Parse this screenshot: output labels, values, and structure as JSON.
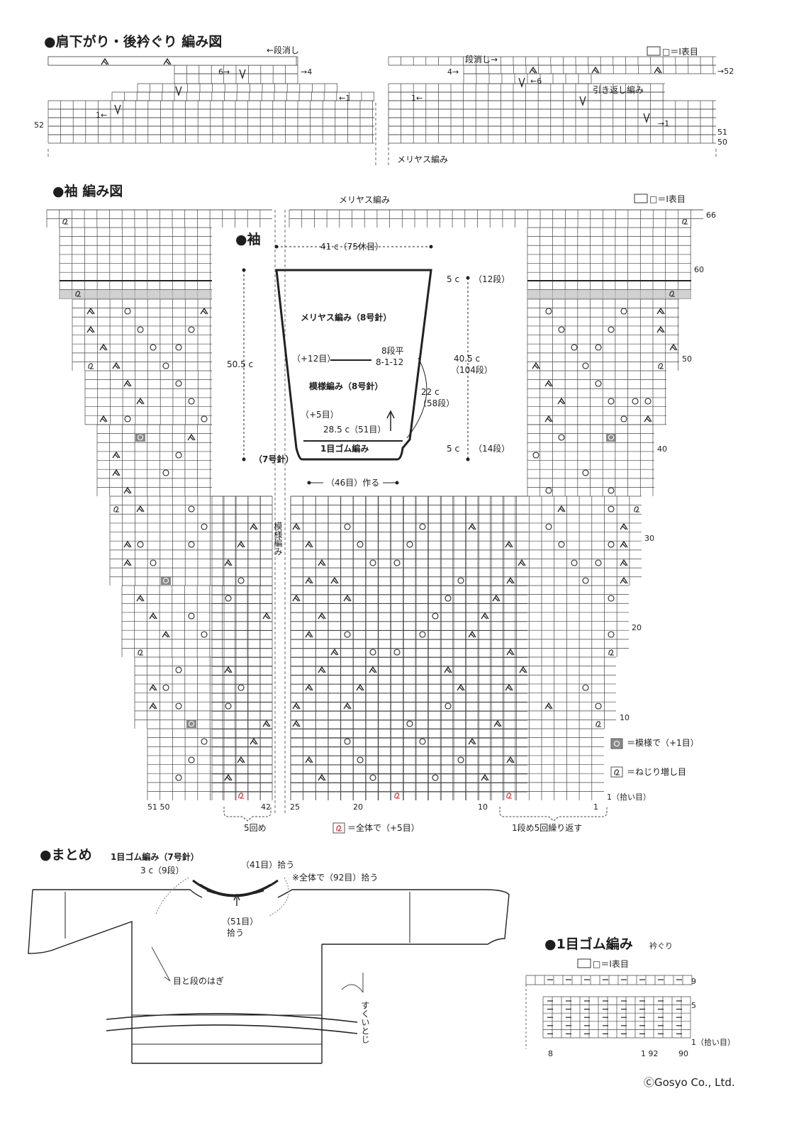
{
  "shoulder": {
    "title": "●肩下がり・後衿ぐり 編み図",
    "legend": "□＝Ⅰ表目",
    "dankeshi_left": "←段消し",
    "dankeshi_right": "段消し→",
    "arrow_6_left": "6→",
    "arrow_4_left": "→4",
    "arrow_1_left_upper": "←1",
    "arrow_1_left_lower": "1←",
    "arrow_4_right": "4→",
    "arrow_6_right": "←6",
    "arrow_1_right_upper": "1←",
    "arrow_1_right_lower": "→1",
    "row52_left": "52",
    "row52_right": "→52",
    "row51": "51",
    "row50": "50",
    "hikikaeshi": "引き返し編み",
    "meriyasu": "メリヤス編み"
  },
  "sleeve_chart": {
    "title": "●袖 編み図",
    "legend": "□＝Ⅰ表目",
    "meriyasu_top": "メリヤス編み",
    "moyo_vertical": "模様編み",
    "rows": {
      "r66": "66",
      "r60": "60",
      "r50": "50",
      "r40": "40",
      "r30": "30",
      "r20": "20",
      "r10": "10",
      "r1": "1（拾い目）"
    },
    "cols": {
      "c51_50": "51 50",
      "c42": "42",
      "c25": "25",
      "c20": "20",
      "c10": "10",
      "c1": "1"
    },
    "repeat5": "5回め",
    "repeat_rule": "1段め5回繰り返す",
    "legend_total": "＝全体で（+5目）",
    "legend_moyo": "＝模様で（+1目）",
    "legend_nejiri": "＝ねじり増し目"
  },
  "sleeve_schematic": {
    "title": "●袖",
    "top_width": "41 c（75休目）",
    "top_section": "5 c",
    "top_rows": "（12段）",
    "meriyasu": "メリヤス編み（8号針）",
    "plus12": "（+12目）",
    "dan8": "8段平",
    "dec": "8-1-12",
    "total_height": "50.5 c",
    "mid_height": "40.5 c",
    "mid_rows": "（104段）",
    "moyo": "模様編み（8号針）",
    "curve_len": "22 c",
    "curve_rows": "（58段）",
    "plus5": "（+5目）",
    "mid_width": "28.5 c（51目）",
    "rib": "1目ゴム編み",
    "needle7": "（7号針）",
    "bottom_section": "5 c",
    "bottom_rows": "（14段）",
    "cast_on": "（46目）作る"
  },
  "finish": {
    "title": "●まとめ",
    "subtitle": "1目ゴム編み（7号針）",
    "neck_depth": "3 c（9段）",
    "pick41": "（41目）拾う",
    "total92": "※全体で（92目）拾う",
    "pick51_a": "（51目）",
    "pick51_b": "拾う",
    "me_to_dan": "目と段のはぎ",
    "sukui": "すくいとじ"
  },
  "neck_rib": {
    "title": "●1目ゴム編み",
    "title_small": "衿ぐり",
    "legend": "□＝Ⅰ表目",
    "r9": "9",
    "r5": "5",
    "r1": "1（拾い目）",
    "c8": "8",
    "c1_92": "1 92",
    "c90": "90"
  },
  "copyright": "ⒸGosyo Co., Ltd."
}
